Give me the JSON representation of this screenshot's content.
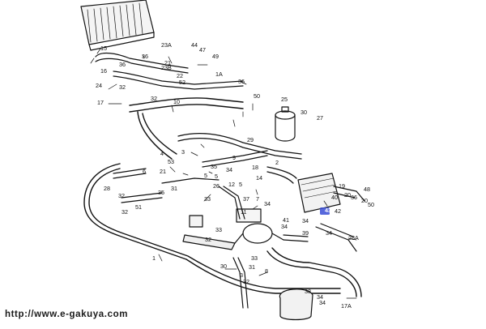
{
  "diagram": {
    "labels": [
      "15",
      "23A",
      "44",
      "47",
      "49",
      "16",
      "36",
      "36",
      "21",
      "23B",
      "1A",
      "52",
      "22",
      "36",
      "24",
      "32",
      "32",
      "17",
      "10",
      "50",
      "25",
      "30",
      "27",
      "9",
      "29",
      "4",
      "3",
      "53",
      "21",
      "6",
      "35",
      "2",
      "34",
      "18",
      "34",
      "14",
      "28",
      "31",
      "33",
      "26",
      "32",
      "35",
      "5",
      "5",
      "12",
      "5",
      "51",
      "32",
      "37",
      "7",
      "11",
      "48",
      "19",
      "20",
      "36",
      "20",
      "43",
      "42",
      "40",
      "50",
      "41",
      "34",
      "32",
      "33",
      "34",
      "39",
      "34",
      "28A",
      "1",
      "30",
      "33",
      "8",
      "38",
      "34",
      "34",
      "17A",
      "31",
      "3",
      "32"
    ],
    "highlighted_label": "43",
    "highlight_color": "#3a4dd6"
  },
  "watermark": "http://www.e-gakuya.com"
}
